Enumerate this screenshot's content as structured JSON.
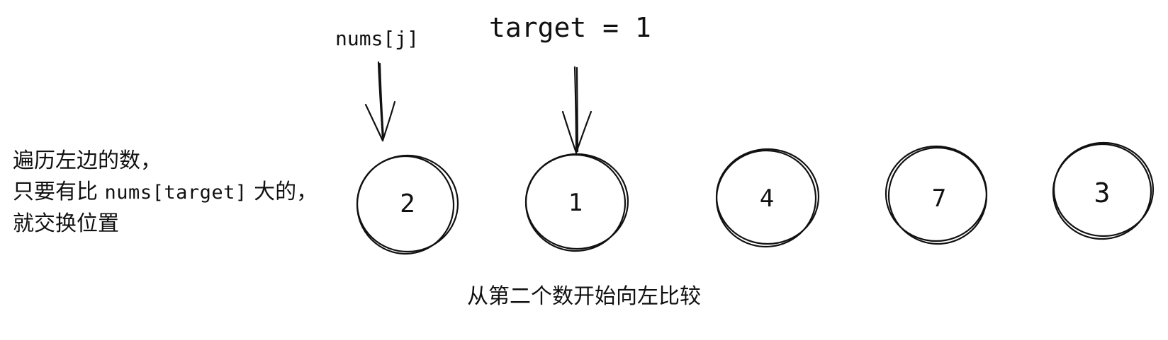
{
  "pointers": {
    "nums_j": "nums[j]",
    "target": "target = 1"
  },
  "nodes": [
    {
      "value": "2"
    },
    {
      "value": "1"
    },
    {
      "value": "4"
    },
    {
      "value": "7"
    },
    {
      "value": "3"
    }
  ],
  "description": {
    "line1": "遍历左边的数，",
    "line2_prefix": "只要有比 ",
    "line2_code": "nums[target]",
    "line2_suffix": " 大的，",
    "line3": "就交换位置"
  },
  "caption": "从第二个数开始向左比较"
}
